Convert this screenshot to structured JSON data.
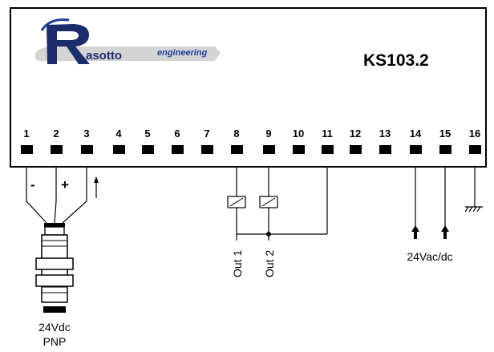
{
  "logo": {
    "letter": "R",
    "brand": "asotto",
    "tagline": "engineering"
  },
  "device": {
    "model": "KS103.2"
  },
  "terminals": [
    "1",
    "2",
    "3",
    "4",
    "5",
    "6",
    "7",
    "8",
    "9",
    "10",
    "11",
    "12",
    "13",
    "14",
    "15",
    "16"
  ],
  "sensor": {
    "minus": "-",
    "plus": "+",
    "voltage": "24Vdc",
    "type": "PNP"
  },
  "outputs": {
    "out1": "Out 1",
    "out2": "Out 2"
  },
  "power": {
    "label": "24Vac/dc"
  },
  "colors": {
    "logo_navy": "#1b2d6b",
    "logo_blue": "#1f3f9a",
    "logo_grey": "#d4d4d4"
  }
}
